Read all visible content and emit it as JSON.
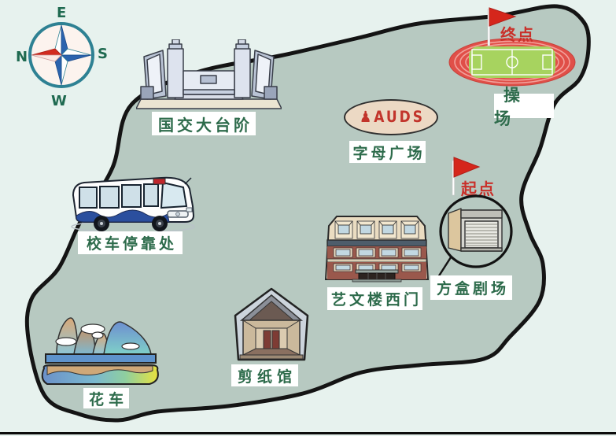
{
  "compass": {
    "top": "E",
    "left": "N",
    "right": "S",
    "bottom": "W"
  },
  "flags": {
    "finish": "终点",
    "start": "起点"
  },
  "landmarks": {
    "guojiao_steps": {
      "label": "国交大台阶"
    },
    "playground": {
      "label": "操场"
    },
    "letter_plaza": {
      "label": "字母广场",
      "letters": "♟AUDS"
    },
    "school_bus_stop": {
      "label": "校车停靠处"
    },
    "box_theater": {
      "label": "方盒剧场"
    },
    "arts_building_west_gate": {
      "label": "艺文楼西门"
    },
    "paper_cutting_hall": {
      "label": "剪纸馆"
    },
    "flower_float": {
      "label": "花车"
    }
  },
  "colors": {
    "background": "#e7f2ee",
    "land": "#b7c9c1",
    "outline": "#141414",
    "label_text": "#2d6b4b",
    "flag_red": "#d5261b",
    "track_red": "#e04f48",
    "field_green": "#a7d35f",
    "plaza_fill": "#ecd9c4",
    "plaza_letters": "#c2342b",
    "compass_ring": "#2e8193"
  }
}
